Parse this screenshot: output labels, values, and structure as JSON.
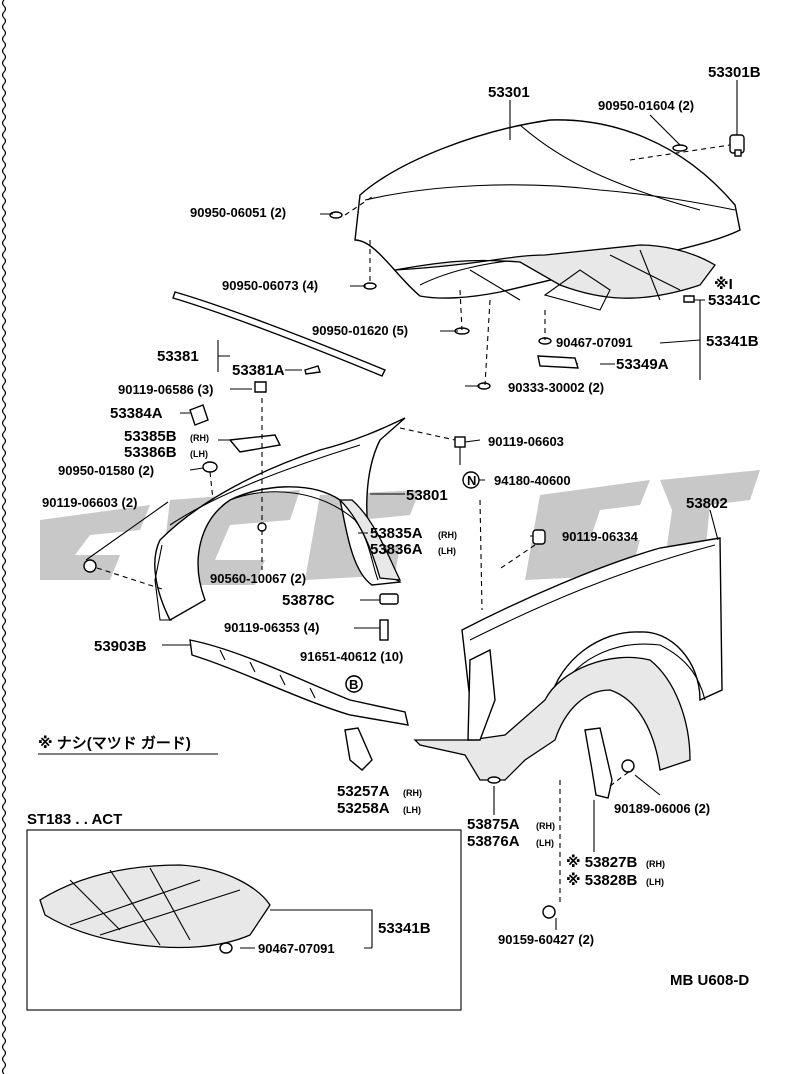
{
  "labels": {
    "p53301": "53301",
    "p53301B": "53301B",
    "p90950_01604": "90950-01604 (2)",
    "p90950_06051": "90950-06051 (2)",
    "p90950_06073": "90950-06073 (4)",
    "p90950_01620": "90950-01620 (5)",
    "p53381": "53381",
    "p53381A": "53381A",
    "p90467_07091_top": "90467-07091",
    "p53341B_top": "53341B",
    "p53349A": "53349A",
    "p53341C": "53341C",
    "note_mark": "※I",
    "p90333_30002": "90333-30002 (2)",
    "p90119_06586": "90119-06586 (3)",
    "p53384A": "53384A",
    "p53385B": "53385B",
    "p53386B": "53386B",
    "p90950_01580": "90950-01580 (2)",
    "p90119_06603_left": "90119-06603 (2)",
    "p90119_06603_right": "90119-06603",
    "p94180_40600": "94180-40600",
    "nut_symbol": "N",
    "p53801": "53801",
    "p53802": "53802",
    "p53835A": "53835A",
    "p53836A": "53836A",
    "p90119_06334": "90119-06334",
    "p90560_10067": "90560-10067 (2)",
    "p53878C": "53878C",
    "p90119_06353": "90119-06353 (4)",
    "p53903B": "53903B",
    "p91651_40612": "91651-40612 (10)",
    "bolt_symbol": "B",
    "p53257A": "53257A",
    "p53258A": "53258A",
    "p53875A": "53875A",
    "p53876A": "53876A",
    "p53827B": "※ 53827B",
    "p53828B": "※ 53828B",
    "p90189_06006": "90189-06006 (2)",
    "p90159_60427": "90159-60427 (2)",
    "p53341B_bottom": "53341B",
    "p90467_07091_bottom": "90467-07091",
    "rh": "(RH)",
    "lh": "(LH)",
    "note_text": "※ ナシ(マツド ガード)",
    "variant": "ST183 . . ACT",
    "footer_code": "MB U608-D"
  },
  "colors": {
    "ink": "#000000",
    "paper": "#ffffff",
    "watermark": "#9a9a9a"
  }
}
